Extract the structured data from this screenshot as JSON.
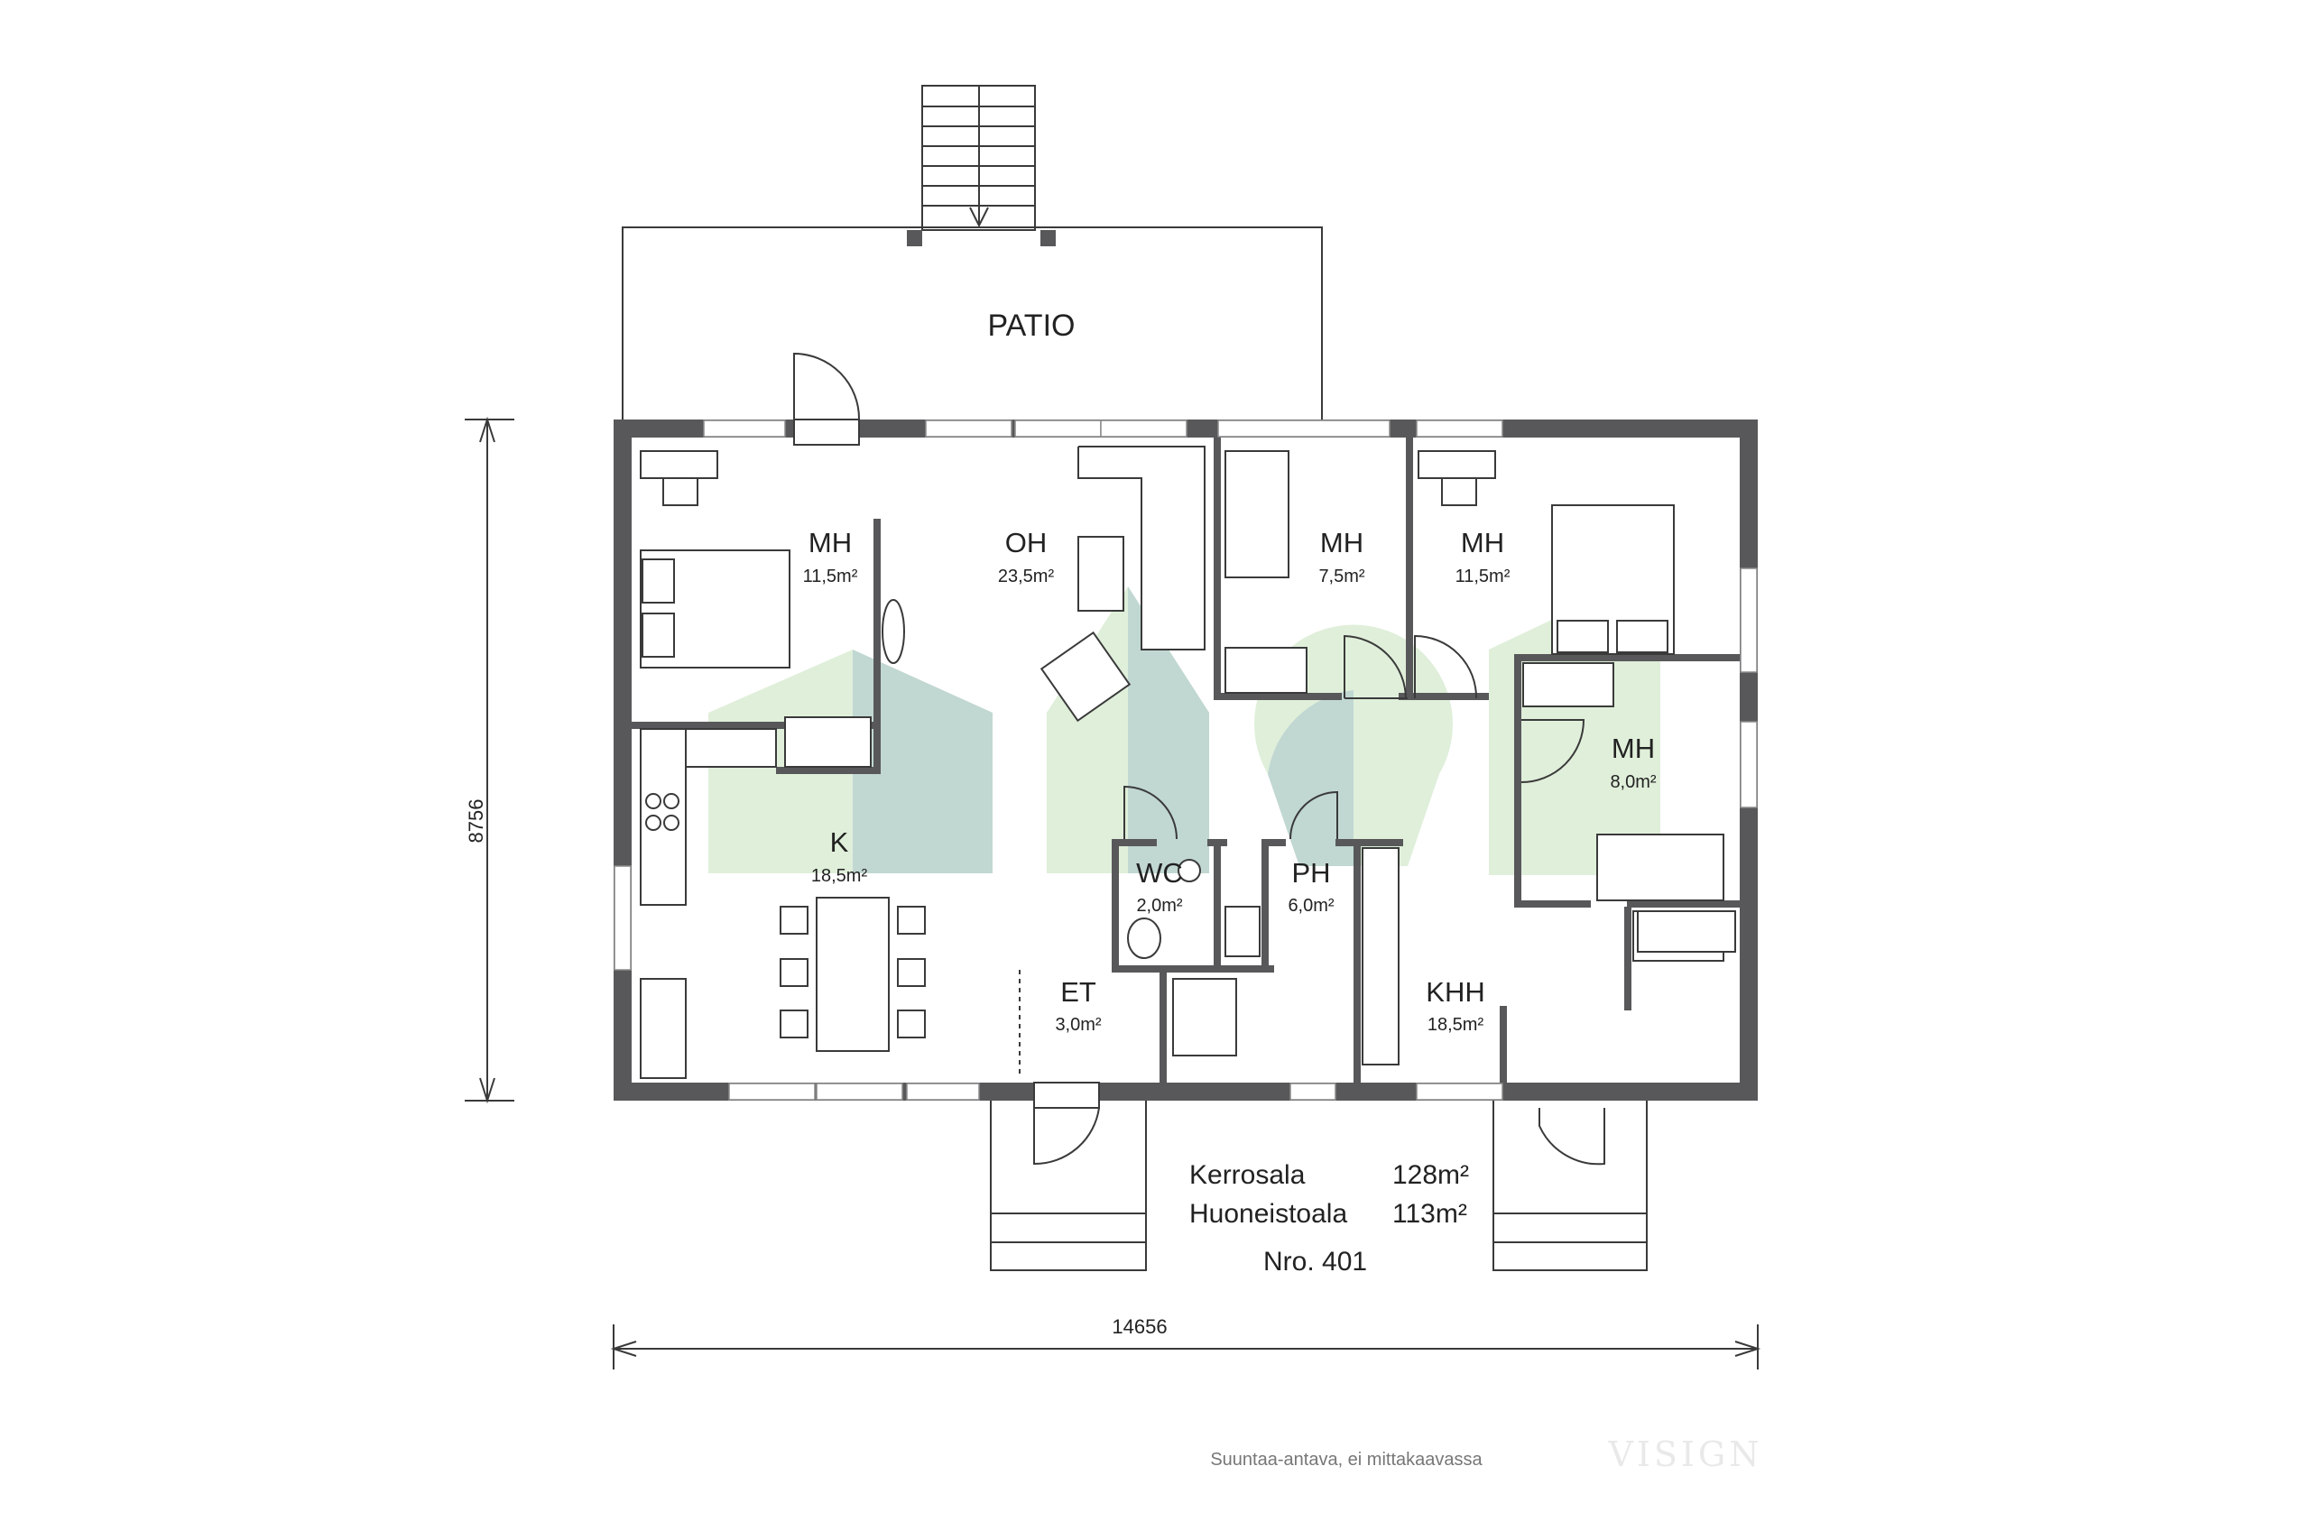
{
  "patio": {
    "label": "PATIO"
  },
  "rooms": [
    {
      "name": "MH",
      "area": "11,5m²"
    },
    {
      "name": "OH",
      "area": "23,5m²"
    },
    {
      "name": "MH",
      "area": "7,5m²"
    },
    {
      "name": "MH",
      "area": "11,5m²"
    },
    {
      "name": "MH",
      "area": "8,0m²"
    },
    {
      "name": "K",
      "area": "18,5m²"
    },
    {
      "name": "WC",
      "area": "2,0m²"
    },
    {
      "name": "PH",
      "area": "6,0m²"
    },
    {
      "name": "ET",
      "area": "3,0m²"
    },
    {
      "name": "KHH",
      "area": "18,5m²"
    }
  ],
  "summary": {
    "floor_area_label": "Kerrosala",
    "floor_area_value": "128m²",
    "apartment_area_label": "Huoneistoala",
    "apartment_area_value": "113m²",
    "number": "Nro. 401"
  },
  "dimensions": {
    "height": "8756",
    "width": "14656"
  },
  "footer": {
    "note": "Suuntaa-antava, ei mittakaavassa",
    "brand": "VISIGN"
  },
  "colors": {
    "wall": "#58585a",
    "logo_green": "#d8ecd0",
    "logo_teal": "#a9c8c0"
  }
}
